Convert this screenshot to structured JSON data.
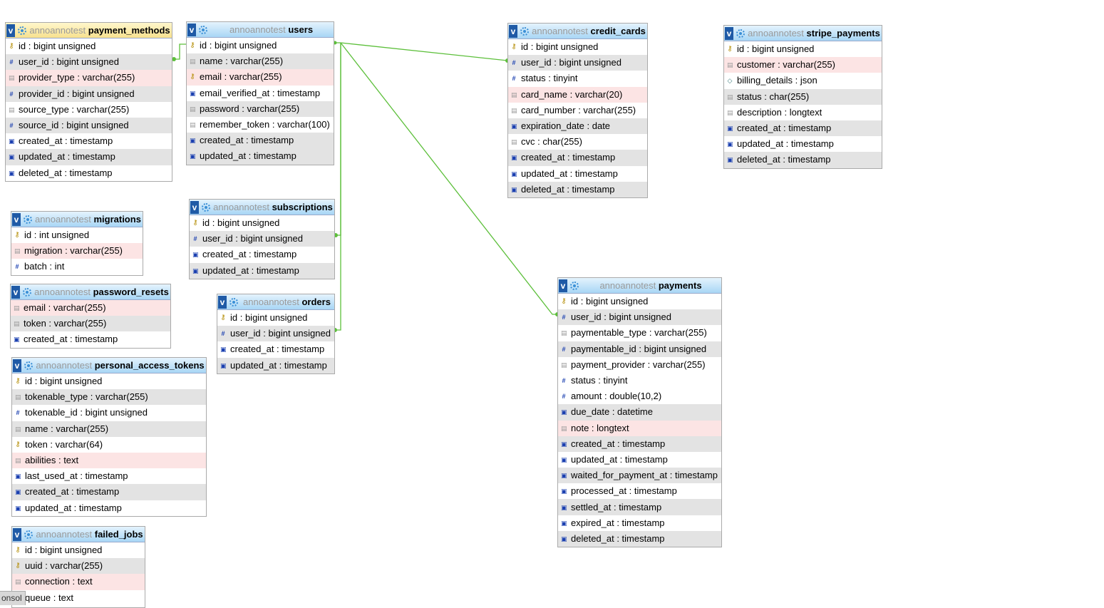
{
  "db_prefix": "annoannotest",
  "console_label": "onsol",
  "tables": {
    "payment_methods": {
      "name": "payment_methods",
      "highlight": true,
      "columns": [
        {
          "text": "id : bigint unsigned",
          "icon": "key-icon"
        },
        {
          "text": "user_id : bigint unsigned",
          "icon": "number-icon"
        },
        {
          "text": "provider_type : varchar(255)",
          "icon": "string-icon"
        },
        {
          "text": "provider_id : bigint unsigned",
          "icon": "number-icon"
        },
        {
          "text": "source_type : varchar(255)",
          "icon": "string-icon"
        },
        {
          "text": "source_id : bigint unsigned",
          "icon": "number-icon"
        },
        {
          "text": "created_at : timestamp",
          "icon": "date-icon"
        },
        {
          "text": "updated_at : timestamp",
          "icon": "date-icon"
        },
        {
          "text": "deleted_at : timestamp",
          "icon": "date-icon"
        }
      ]
    },
    "users": {
      "name": "users",
      "columns": [
        {
          "text": "id : bigint unsigned",
          "icon": "key-icon"
        },
        {
          "text": "name : varchar(255)",
          "icon": "string-icon"
        },
        {
          "text": "email : varchar(255)",
          "icon": "key-icon"
        },
        {
          "text": "email_verified_at : timestamp",
          "icon": "date-icon"
        },
        {
          "text": "password : varchar(255)",
          "icon": "string-icon"
        },
        {
          "text": "remember_token : varchar(100)",
          "icon": "string-icon"
        },
        {
          "text": "created_at : timestamp",
          "icon": "date-icon"
        },
        {
          "text": "updated_at : timestamp",
          "icon": "date-icon"
        }
      ]
    },
    "credit_cards": {
      "name": "credit_cards",
      "columns": [
        {
          "text": "id : bigint unsigned",
          "icon": "key-icon"
        },
        {
          "text": "user_id : bigint unsigned",
          "icon": "number-icon"
        },
        {
          "text": "status : tinyint",
          "icon": "number-icon"
        },
        {
          "text": "card_name : varchar(20)",
          "icon": "string-icon"
        },
        {
          "text": "card_number : varchar(255)",
          "icon": "string-icon"
        },
        {
          "text": "expiration_date : date",
          "icon": "date-icon"
        },
        {
          "text": "cvc : char(255)",
          "icon": "string-icon"
        },
        {
          "text": "created_at : timestamp",
          "icon": "date-icon"
        },
        {
          "text": "updated_at : timestamp",
          "icon": "date-icon"
        },
        {
          "text": "deleted_at : timestamp",
          "icon": "date-icon"
        }
      ]
    },
    "stripe_payments": {
      "name": "stripe_payments",
      "columns": [
        {
          "text": "id : bigint unsigned",
          "icon": "key-icon"
        },
        {
          "text": "customer : varchar(255)",
          "icon": "string-icon"
        },
        {
          "text": "billing_details : json",
          "icon": "json-icon"
        },
        {
          "text": "status : char(255)",
          "icon": "string-icon"
        },
        {
          "text": "description : longtext",
          "icon": "string-icon"
        },
        {
          "text": "created_at : timestamp",
          "icon": "date-icon"
        },
        {
          "text": "updated_at : timestamp",
          "icon": "date-icon"
        },
        {
          "text": "deleted_at : timestamp",
          "icon": "date-icon"
        }
      ]
    },
    "migrations": {
      "name": "migrations",
      "columns": [
        {
          "text": "id : int unsigned",
          "icon": "key-icon"
        },
        {
          "text": "migration : varchar(255)",
          "icon": "string-icon"
        },
        {
          "text": "batch : int",
          "icon": "number-icon"
        }
      ]
    },
    "subscriptions": {
      "name": "subscriptions",
      "columns": [
        {
          "text": "id : bigint unsigned",
          "icon": "key-icon"
        },
        {
          "text": "user_id : bigint unsigned",
          "icon": "number-icon"
        },
        {
          "text": "created_at : timestamp",
          "icon": "date-icon"
        },
        {
          "text": "updated_at : timestamp",
          "icon": "date-icon"
        }
      ]
    },
    "password_resets": {
      "name": "password_resets",
      "columns": [
        {
          "text": "email : varchar(255)",
          "icon": "string-icon"
        },
        {
          "text": "token : varchar(255)",
          "icon": "string-icon"
        },
        {
          "text": "created_at : timestamp",
          "icon": "date-icon"
        }
      ]
    },
    "orders": {
      "name": "orders",
      "columns": [
        {
          "text": "id : bigint unsigned",
          "icon": "key-icon"
        },
        {
          "text": "user_id : bigint unsigned",
          "icon": "number-icon"
        },
        {
          "text": "created_at : timestamp",
          "icon": "date-icon"
        },
        {
          "text": "updated_at : timestamp",
          "icon": "date-icon"
        }
      ]
    },
    "personal_access_tokens": {
      "name": "personal_access_tokens",
      "columns": [
        {
          "text": "id : bigint unsigned",
          "icon": "key-icon"
        },
        {
          "text": "tokenable_type : varchar(255)",
          "icon": "string-icon"
        },
        {
          "text": "tokenable_id : bigint unsigned",
          "icon": "number-icon"
        },
        {
          "text": "name : varchar(255)",
          "icon": "string-icon"
        },
        {
          "text": "token : varchar(64)",
          "icon": "key-icon"
        },
        {
          "text": "abilities : text",
          "icon": "string-icon"
        },
        {
          "text": "last_used_at : timestamp",
          "icon": "date-icon"
        },
        {
          "text": "created_at : timestamp",
          "icon": "date-icon"
        },
        {
          "text": "updated_at : timestamp",
          "icon": "date-icon"
        }
      ]
    },
    "payments": {
      "name": "payments",
      "columns": [
        {
          "text": "id : bigint unsigned",
          "icon": "key-icon"
        },
        {
          "text": "user_id : bigint unsigned",
          "icon": "number-icon"
        },
        {
          "text": "paymentable_type : varchar(255)",
          "icon": "string-icon"
        },
        {
          "text": "paymentable_id : bigint unsigned",
          "icon": "number-icon"
        },
        {
          "text": "payment_provider : varchar(255)",
          "icon": "string-icon"
        },
        {
          "text": "status : tinyint",
          "icon": "number-icon"
        },
        {
          "text": "amount : double(10,2)",
          "icon": "number-icon"
        },
        {
          "text": "due_date : datetime",
          "icon": "date-icon"
        },
        {
          "text": "note : longtext",
          "icon": "string-icon"
        },
        {
          "text": "created_at : timestamp",
          "icon": "date-icon"
        },
        {
          "text": "updated_at : timestamp",
          "icon": "date-icon"
        },
        {
          "text": "waited_for_payment_at : timestamp",
          "icon": "date-icon"
        },
        {
          "text": "processed_at : timestamp",
          "icon": "date-icon"
        },
        {
          "text": "settled_at : timestamp",
          "icon": "date-icon"
        },
        {
          "text": "expired_at : timestamp",
          "icon": "date-icon"
        },
        {
          "text": "deleted_at : timestamp",
          "icon": "date-icon"
        }
      ]
    },
    "failed_jobs": {
      "name": "failed_jobs",
      "columns": [
        {
          "text": "id : bigint unsigned",
          "icon": "key-icon"
        },
        {
          "text": "uuid : varchar(255)",
          "icon": "key-icon"
        },
        {
          "text": "connection : text",
          "icon": "string-icon"
        },
        {
          "text": "queue : text",
          "icon": "string-icon"
        }
      ]
    }
  },
  "relation_color": "#5cbf3a"
}
